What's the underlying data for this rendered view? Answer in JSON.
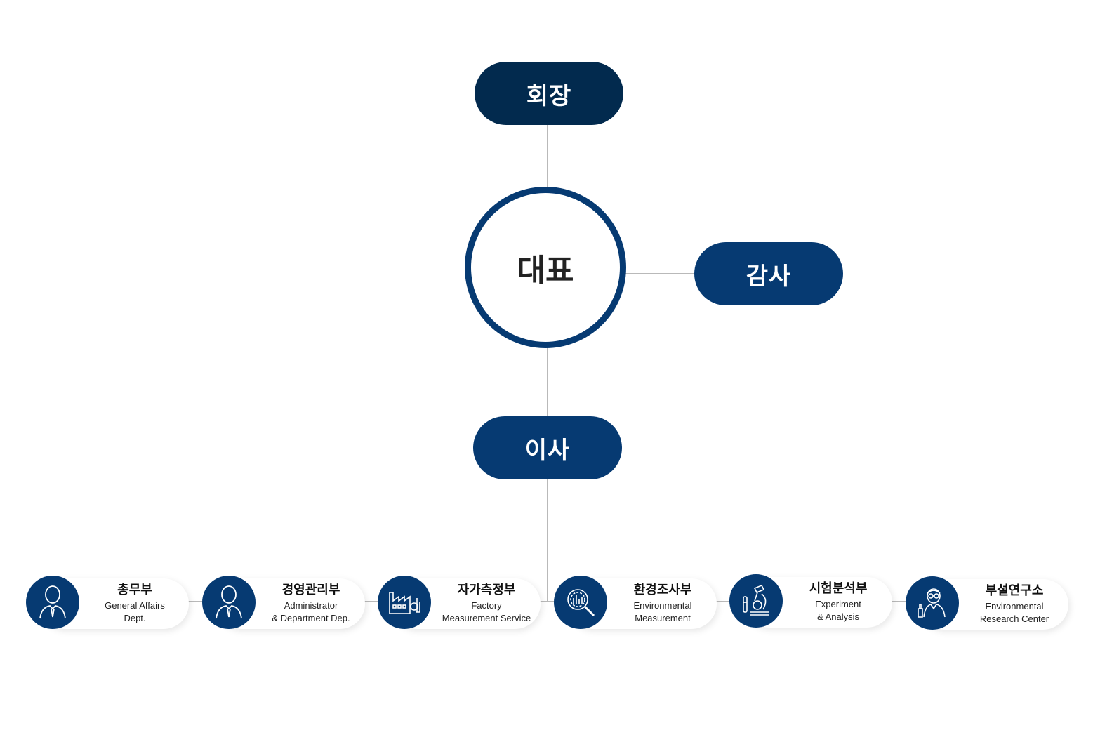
{
  "chairman": {
    "label": "회장",
    "color": "#022a4e"
  },
  "ceo": {
    "label": "대표",
    "ring_color": "#063a72"
  },
  "auditor": {
    "label": "감사",
    "color": "#063a72"
  },
  "director": {
    "label": "이사",
    "color": "#063a72"
  },
  "departments": [
    {
      "ko": "총무부",
      "en1": "General Affairs",
      "en2": "Dept.",
      "icon": "person-tie-icon"
    },
    {
      "ko": "경영관리부",
      "en1": "Administrator",
      "en2": "& Department Dep.",
      "icon": "person-tie-icon"
    },
    {
      "ko": "자가측정부",
      "en1": "Factory",
      "en2": "Measurement Service",
      "icon": "factory-icon"
    },
    {
      "ko": "환경조사부",
      "en1": "Environmental",
      "en2": "Measurement",
      "icon": "magnifier-chart-icon"
    },
    {
      "ko": "시험분석부",
      "en1": "Experiment",
      "en2": "& Analysis",
      "icon": "microscope-icon"
    },
    {
      "ko": "부설연구소",
      "en1": "Environmental",
      "en2": "Research Center",
      "icon": "scientist-icon"
    }
  ]
}
